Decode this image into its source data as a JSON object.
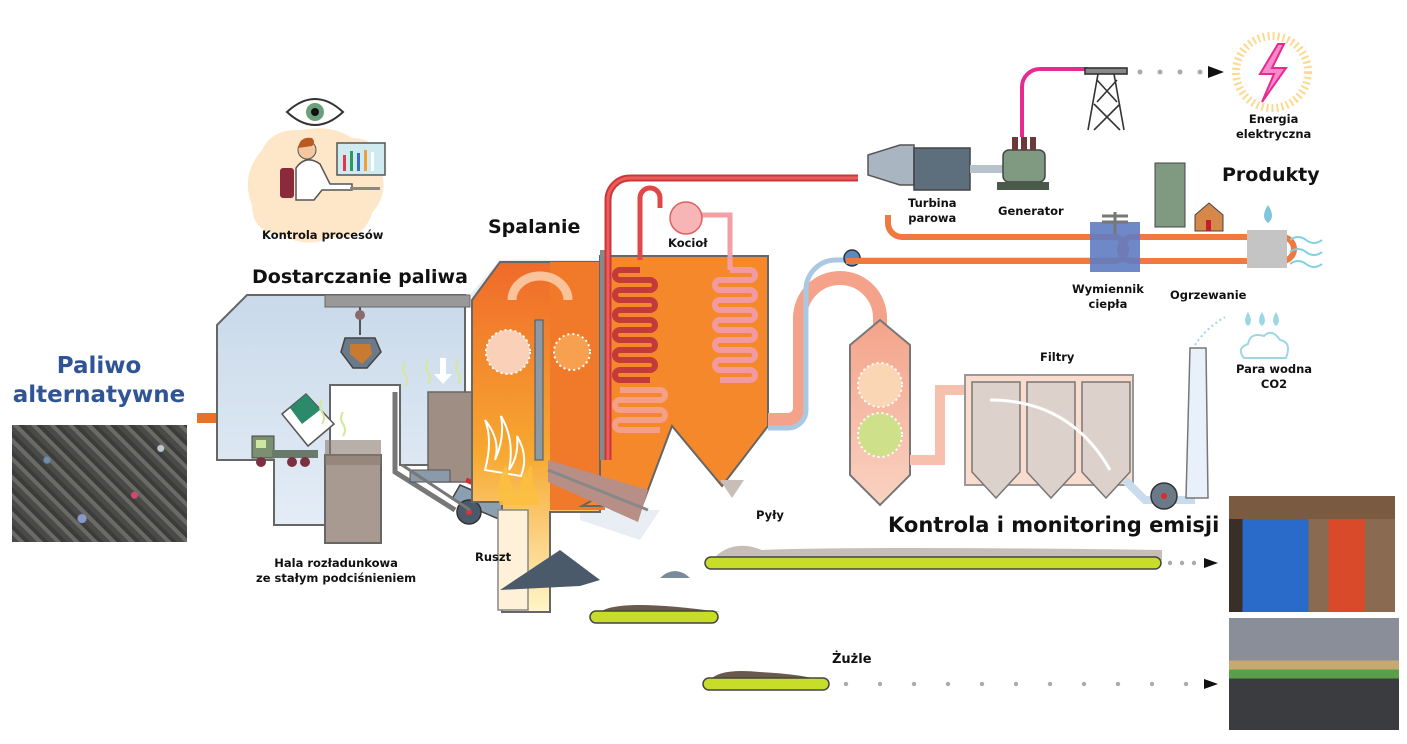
{
  "input": {
    "title_line1": "Paliwo",
    "title_line2": "alternatywne",
    "photo": "waste-fuel-photo"
  },
  "stages": {
    "fuel_delivery": "Dostarczanie paliwa",
    "combustion": "Spalanie",
    "emission_control": "Kontrola i monitoring emisji",
    "products": "Produkty"
  },
  "labels": {
    "process_control": "Kontrola procesów",
    "unloading_hall_line1": "Hala rozładunkowa",
    "unloading_hall_line2": "ze stałym podciśnieniem",
    "grate": "Ruszt",
    "boiler": "Kocioł",
    "turbine_line1": "Turbina",
    "turbine_line2": "parowa",
    "generator": "Generator",
    "energy_line1": "Energia",
    "energy_line2": "elektryczna",
    "heat_exchanger_line1": "Wymiennik",
    "heat_exchanger_line2": "ciepła",
    "heating": "Ogrzewanie",
    "filters": "Filtry",
    "steam_line1": "Para wodna",
    "steam_line2": "CO2",
    "dust": "Pyły",
    "slag": "Żużle"
  },
  "photos": {
    "output_top": "warehouse-forklift-photo",
    "output_bottom": "road-construction-photo"
  },
  "colors": {
    "title_blue": "#2f5597",
    "arrow_orange": "#e8722a",
    "furnace_orange": "#f07a2a",
    "steam_red": "#e04848",
    "power_magenta": "#e8298f",
    "conveyor_green": "#c8dc2a",
    "hall_blue": "#d3e1ee"
  }
}
